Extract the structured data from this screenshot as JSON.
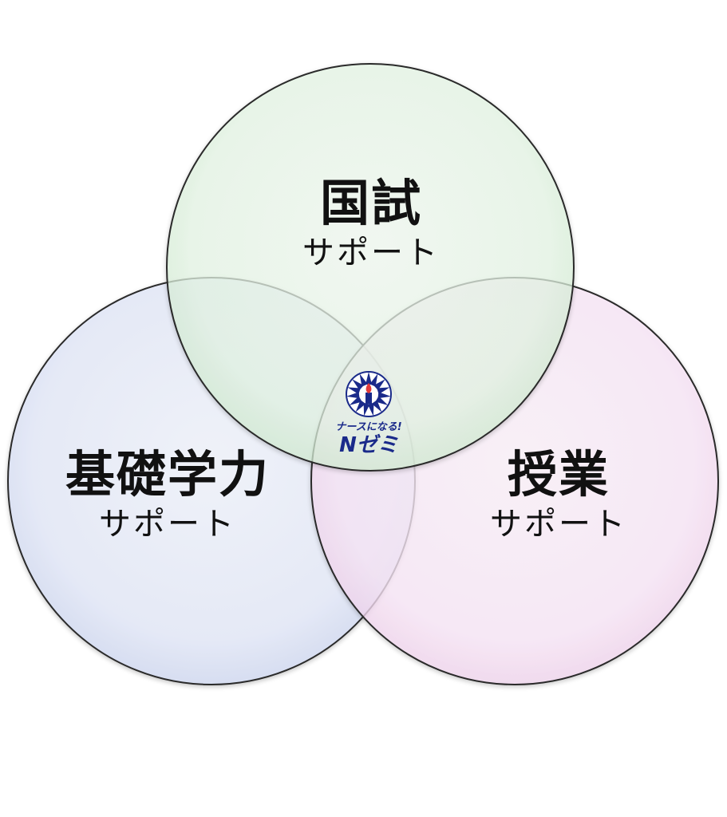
{
  "circles": [
    {
      "id": "kokushi",
      "title": "国試",
      "subtitle": "サポート",
      "fill": "#e6f7e6",
      "stroke": "#222222"
    },
    {
      "id": "kiso",
      "title": "基礎学力",
      "subtitle": "サポート",
      "fill": "#e4e9f8",
      "stroke": "#222222"
    },
    {
      "id": "jugyo",
      "title": "授業",
      "subtitle": "サポート",
      "fill": "#fbe6f8",
      "stroke": "#222222"
    }
  ],
  "logo": {
    "tagline": "ナースになる!",
    "brand": "Nゼミ",
    "emblem": "torch-emblem-icon",
    "color": "#1a2a8a",
    "flame_color": "#e23a3a"
  }
}
